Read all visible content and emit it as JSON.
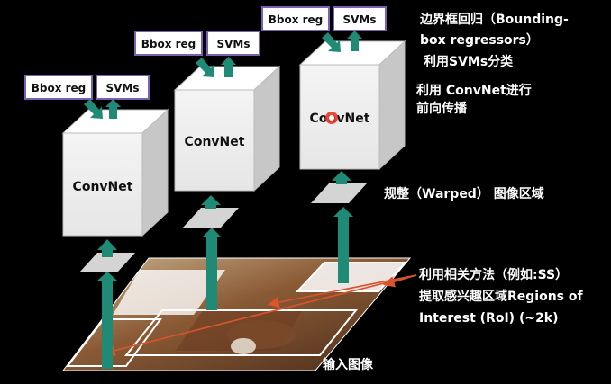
{
  "pipeline": {
    "stacks": [
      {
        "bbox_label": "Bbox reg",
        "svms_label": "SVMs",
        "cnn_label": "ConvNet"
      },
      {
        "bbox_label": "Bbox reg",
        "svms_label": "SVMs",
        "cnn_label": "ConvNet"
      },
      {
        "bbox_label": "Bbox reg",
        "svms_label": "SVMs",
        "cnn_label": "ConvNet"
      }
    ]
  },
  "annotations": {
    "bbox_regressors_line1": "边界框回归（Bounding-",
    "bbox_regressors_line2": "box regressors）",
    "svm_classify": "利用SVMs分类",
    "convnet_forward_line1": "利用 ConvNet进行",
    "convnet_forward_line2": "前向传播",
    "warped_region": "规整（Warped） 图像区域",
    "roi_line1": "利用相关方法（例如:SS）",
    "roi_line2": "提取感兴趣区域Regions of",
    "roi_line3": "Interest (RoI) (~2k)",
    "input_image": "输入图像"
  },
  "colors": {
    "background": "#000000",
    "arrow_teal": "#1f8a76",
    "label_border": "#7a5fb5",
    "roi_line": "#d9542c"
  }
}
